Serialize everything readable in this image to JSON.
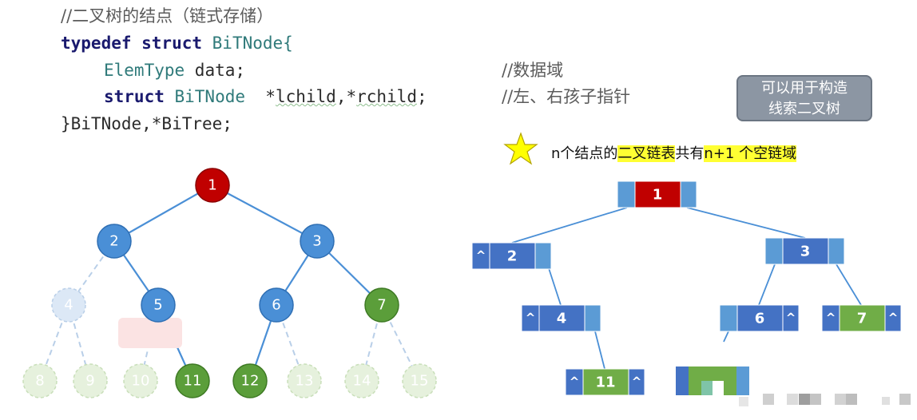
{
  "code": {
    "comment_title": "//二叉树的结点（链式存储）",
    "line1_kw": "typedef struct",
    "line1_name": " BiTNode{",
    "line2_type": "ElemType",
    "line2_rest": " data;",
    "line2_comment": "//数据域",
    "line3_kw": "struct",
    "line3_type": " BiTNode",
    "line3_ptr1": "  *",
    "line3_lchild": "lchild",
    "line3_mid": ",*",
    "line3_rchild": "rchild",
    "line3_end": ";",
    "line3_comment": "//左、右孩子指针",
    "line4": "}BiTNode,*BiTree;"
  },
  "callout": {
    "line1": "可以用于构造",
    "line2": "线索二叉树"
  },
  "note": {
    "prefix": "n个结点的",
    "highlight1": "二叉链表",
    "middle": "共有",
    "highlight2": "n+1 个空链域"
  },
  "colors": {
    "root": "#c00000",
    "blue": "#4a8fd6",
    "green": "#5b9e3a",
    "faded_blue": "#dce8f6",
    "faded_green": "#e6f1dd",
    "box_blue": "#4472c4",
    "box_blue_light": "#5b9bd5",
    "box_green": "#70ad47",
    "box_red": "#c00000",
    "star": "#ffff00"
  },
  "tree": {
    "nodes": [
      {
        "label": "1"
      },
      {
        "label": "2"
      },
      {
        "label": "3"
      },
      {
        "label": "4"
      },
      {
        "label": "5"
      },
      {
        "label": "6"
      },
      {
        "label": "7"
      },
      {
        "label": "8"
      },
      {
        "label": "9"
      },
      {
        "label": "10"
      },
      {
        "label": "11"
      },
      {
        "label": "12"
      },
      {
        "label": "13"
      },
      {
        "label": "14"
      },
      {
        "label": "15"
      }
    ]
  },
  "linked": {
    "boxes": [
      {
        "label": "1"
      },
      {
        "label": "2"
      },
      {
        "label": "3"
      },
      {
        "label": "4"
      },
      {
        "label": "6"
      },
      {
        "label": "7"
      },
      {
        "label": "11"
      }
    ],
    "null_symbol": "^"
  }
}
